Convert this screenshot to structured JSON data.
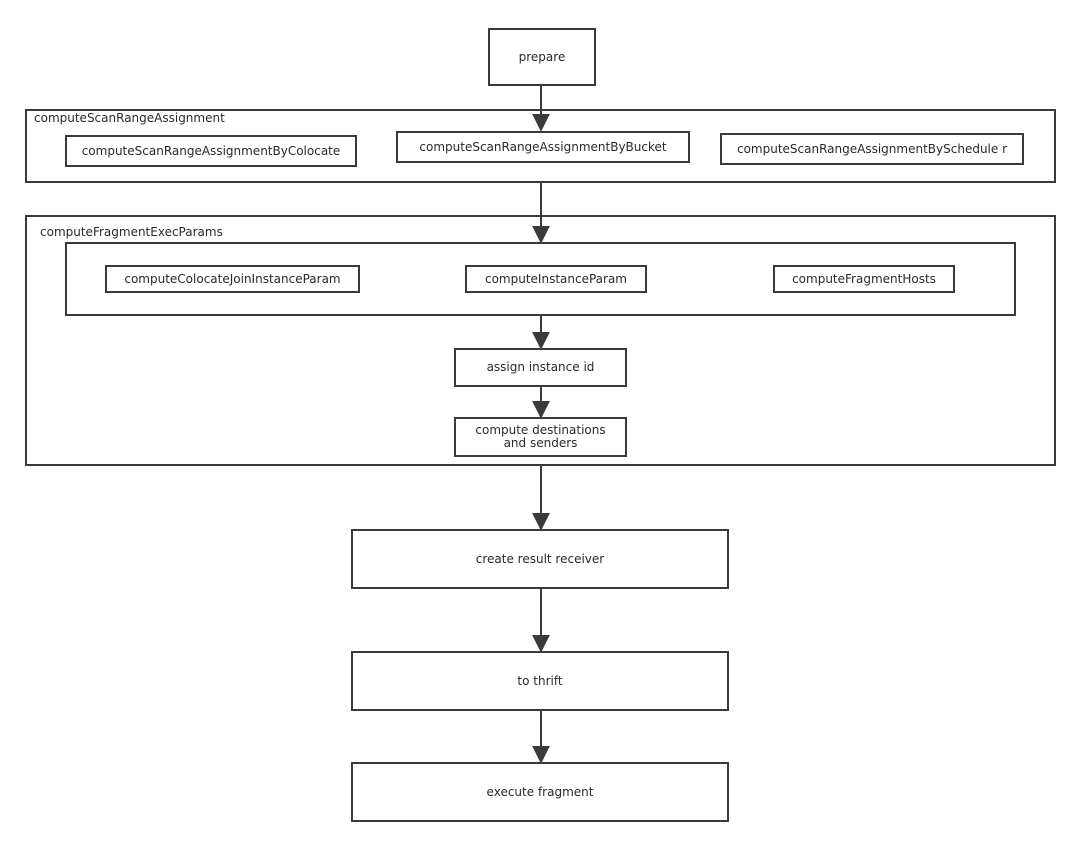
{
  "diagram": {
    "nodes": {
      "prepare": "prepare",
      "scan_group": "computeScanRangeAssignment",
      "by_colocate": "computeScanRangeAssignmentByColocate",
      "by_bucket": "computeScanRangeAssignmentByBucket",
      "by_scheduler": "computeScanRangeAssignmentBySchedule r",
      "exec_group": "computeFragmentExecParams",
      "colocate_join": "computeColocateJoinInstanceParam",
      "instance_param": "computeInstanceParam",
      "fragment_hosts": "computeFragmentHosts",
      "assign_id": "assign instance id",
      "destinations": "compute destinations and senders",
      "result_receiver": "create result receiver",
      "to_thrift": "to thrift",
      "execute": "execute fragment"
    },
    "edges": [
      [
        "prepare",
        "by_bucket"
      ],
      [
        "scan_group",
        "exec_group"
      ],
      [
        "inner_group",
        "assign_id"
      ],
      [
        "assign_id",
        "destinations"
      ],
      [
        "exec_group",
        "result_receiver"
      ],
      [
        "result_receiver",
        "to_thrift"
      ],
      [
        "to_thrift",
        "execute"
      ]
    ],
    "colors": {
      "stroke": "#3a3a3a",
      "text": "#2a2a2a",
      "background": "#ffffff"
    }
  }
}
